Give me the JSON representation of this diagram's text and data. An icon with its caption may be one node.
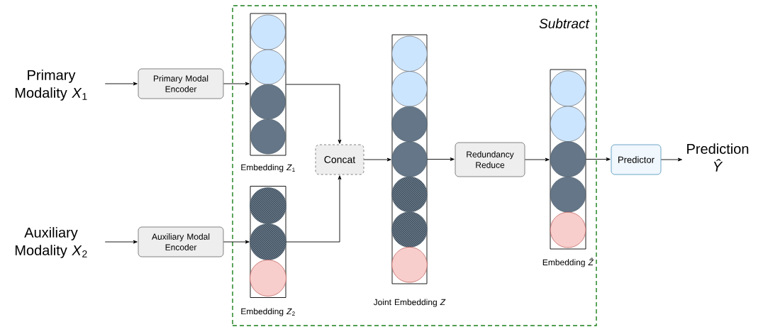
{
  "diagram": {
    "nodes": [
      {
        "text": [
          "Subtract"
        ]
      },
      {
        "text": [
          "Primary Modality *X*$_{1}$"
        ]
      },
      {
        "text": [
          "Primary Modal Encoder"
        ]
      },
      {
        "text": [
          "Embedding *Z*$_{1}$"
        ],
        "in": 0
      },
      {
        "text": [
          "Auxiliary Modality *X*$_{2}$"
        ]
      },
      {
        "text": [
          "Auxiliary Modal Encoder"
        ]
      },
      {
        "text": [
          "Embedding *Z*$_{2}$"
        ],
        "in": 0
      },
      {
        "text": [
          "Concat"
        ],
        "in": 0
      },
      {
        "text": [
          "Joint Embedding *Z*"
        ],
        "in": 0
      },
      {
        "text": [
          "Redundancy Reduce"
        ],
        "in": 0
      },
      {
        "text": [
          "Embedding *Ẑ*"
        ],
        "in": 0
      },
      {
        "text": [
          "Predictor"
        ]
      },
      {
        "text": [
          "Prediction *Ŷ*"
        ]
      }
    ],
    "edges": [
      {
        "from": 1,
        "to": 2,
        "arrow": "to"
      },
      {
        "from": 2,
        "to": 3,
        "arrow": "to"
      },
      {
        "from": 4,
        "to": 5,
        "arrow": "to"
      },
      {
        "from": 5,
        "to": 6,
        "arrow": "to"
      },
      {
        "from": 3,
        "to": 7,
        "arrow": "to"
      },
      {
        "from": 6,
        "to": 7,
        "arrow": "to"
      },
      {
        "from": 7,
        "to": 8,
        "arrow": "to"
      },
      {
        "from": 8,
        "to": 9,
        "arrow": "to"
      },
      {
        "from": 9,
        "to": 10,
        "arrow": "to"
      },
      {
        "from": 10,
        "to": 11,
        "arrow": "to"
      },
      {
        "from": 11,
        "to": 12,
        "arrow": "to"
      }
    ]
  }
}
